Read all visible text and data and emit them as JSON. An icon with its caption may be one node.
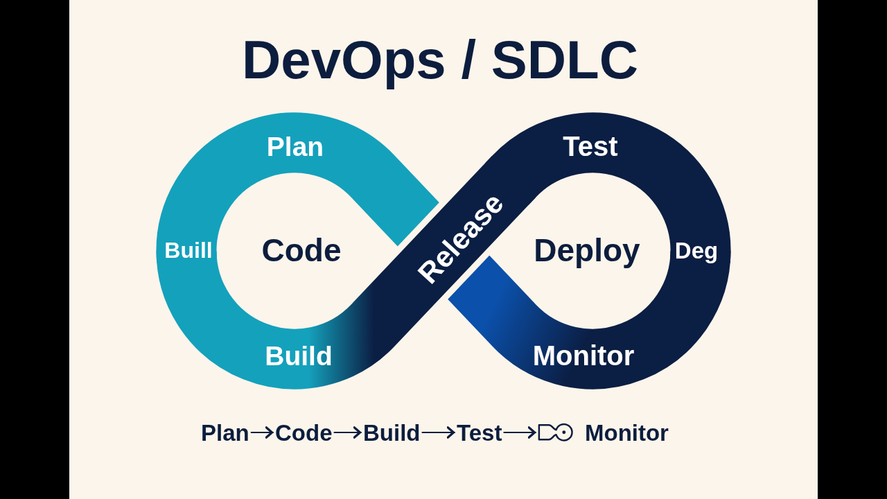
{
  "diagram": {
    "title": "DevOps / SDLC",
    "nodes": [
      {
        "text": [
          "Plan",
          "Test",
          "Buill",
          "Code",
          "Release",
          "Deploy",
          "Deg",
          "Build",
          "Monitor"
        ]
      },
      {
        "text": [
          "Plan"
        ]
      },
      {
        "text": [
          "Code"
        ]
      },
      {
        "text": [
          "Build"
        ]
      },
      {
        "text": [
          "Test"
        ]
      },
      {
        "text": [
          "Monitor"
        ]
      }
    ],
    "edges": [
      {
        "from": 1,
        "to": 2,
        "arrow": "to"
      },
      {
        "from": 2,
        "to": 3,
        "arrow": "to"
      },
      {
        "from": 3,
        "to": 4,
        "arrow": "to"
      },
      {
        "from": 4,
        "to": 5,
        "arrow": "to"
      }
    ]
  }
}
